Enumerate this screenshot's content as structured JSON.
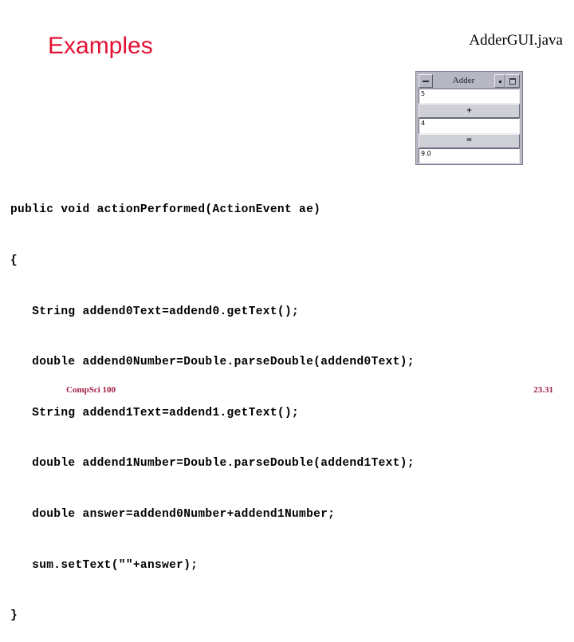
{
  "slide": {
    "title": "Examples",
    "file_name": "AdderGUI.java",
    "title_color": "#e31235",
    "footer_color": "#a31b41"
  },
  "adder_window": {
    "title": "Adder",
    "titlebar_buttons": [
      {
        "name": "minimize",
        "glyph": "—"
      },
      {
        "name": "restore",
        "glyph": "·"
      },
      {
        "name": "maximize",
        "glyph": "□"
      }
    ],
    "rows": [
      {
        "type": "field",
        "name": "addend0-field",
        "value": "5"
      },
      {
        "type": "button",
        "name": "plus-label",
        "value": "+"
      },
      {
        "type": "field",
        "name": "addend1-field",
        "value": "4"
      },
      {
        "type": "button",
        "name": "equals-button",
        "value": "="
      },
      {
        "type": "field",
        "name": "sum-field",
        "value": "9.0"
      }
    ]
  },
  "code": {
    "language": "java",
    "lines": [
      "public void actionPerformed(ActionEvent ae)",
      "{",
      "   String addend0Text=addend0.getText();",
      "   double addend0Number=Double.parseDouble(addend0Text);",
      "   String addend1Text=addend1.getText();",
      "   double addend1Number=Double.parseDouble(addend1Text);",
      "   double answer=addend0Number+addend1Number;",
      "   sum.setText(\"\"+answer);",
      "}"
    ]
  },
  "footer": {
    "course": "CompSci 100",
    "page": "23.31"
  }
}
